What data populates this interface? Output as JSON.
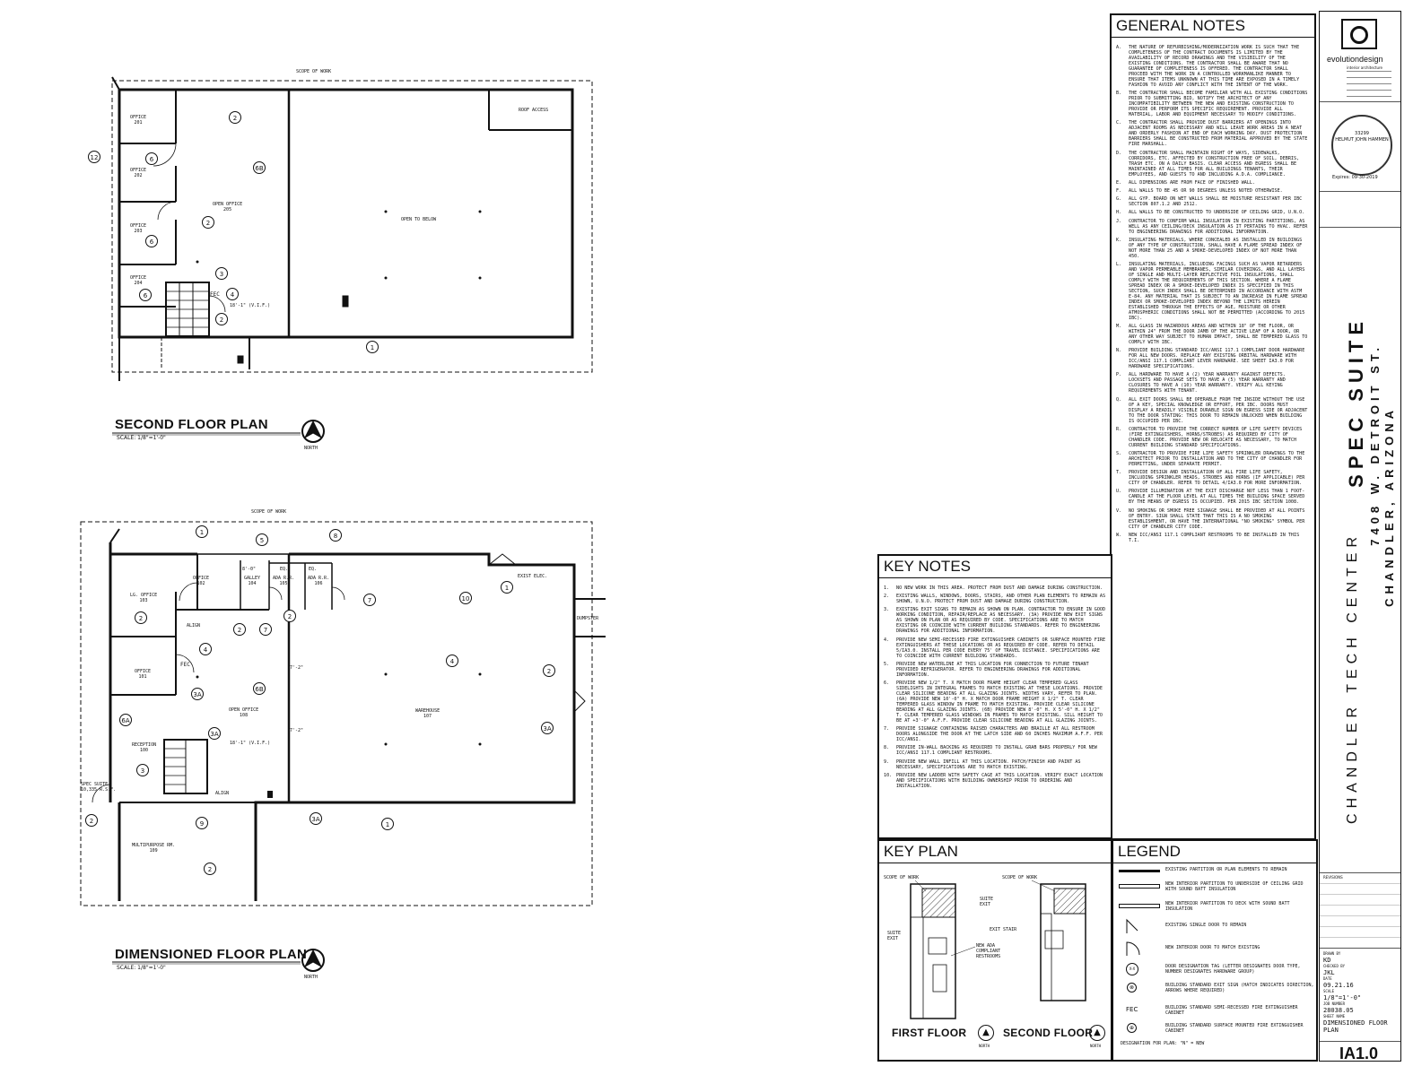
{
  "second_floor": {
    "title": "SECOND FLOOR PLAN",
    "scale": "SCALE: 1/8\"=1'-0\"",
    "north": "NORTH",
    "scope_label": "SCOPE OF WORK",
    "rooms": {
      "office1": {
        "name": "OFFICE",
        "num": "201"
      },
      "office2": {
        "name": "OFFICE",
        "num": "202"
      },
      "office3": {
        "name": "OFFICE",
        "num": "203"
      },
      "office4": {
        "name": "OFFICE",
        "num": "204"
      },
      "open_office": {
        "name": "OPEN OFFICE",
        "num": "205"
      },
      "open_below": {
        "name": "OPEN TO BELOW"
      },
      "roof_access": {
        "name": "ROOF ACCESS"
      }
    },
    "dim": "18'-1\" (V.I.F.)",
    "fec": "FEC"
  },
  "dimensioned": {
    "title": "DIMENSIONED FLOOR PLAN",
    "scale": "SCALE: 1/8\"=1'-0\"",
    "north": "NORTH",
    "scope_label": "SCOPE OF WORK",
    "rooms": {
      "lg_office": {
        "name": "LG. OFFICE",
        "num": "103"
      },
      "office_a": {
        "name": "OFFICE",
        "num": "102"
      },
      "office_b": {
        "name": "OFFICE",
        "num": "101"
      },
      "galley": {
        "name": "GALLEY",
        "num": "104"
      },
      "ada_rr1": {
        "name": "ADA R.R.",
        "num": "105"
      },
      "ada_rr2": {
        "name": "ADA R.R.",
        "num": "106"
      },
      "open_office": {
        "name": "OPEN OFFICE",
        "num": "108"
      },
      "reception": {
        "name": "RECEPTION",
        "num": "100"
      },
      "warehouse": {
        "name": "WAREHOUSE",
        "num": "107"
      },
      "multipurpose": {
        "name": "MULTIPURPOSE RM.",
        "num": "109"
      }
    },
    "exist_elec": "EXIST ELEC.",
    "dumpster": "DUMPSTER",
    "spec_suite": "SPEC SUITE",
    "spec_suite_area": "10,335 R.S.F.",
    "align": "ALIGN",
    "dim": "18'-1\" (V.I.F.)",
    "fec": "FEC",
    "eq": "EQ.",
    "galley_dim": "8'-0\"",
    "dim_7_2": "7'-2\""
  },
  "general_notes": {
    "title": "GENERAL NOTES",
    "items": [
      {
        "l": "A.",
        "t": "THE NATURE OF REFURBISHING/MODERNIZATION WORK IS SUCH THAT THE COMPLETENESS OF THE CONTRACT DOCUMENTS IS LIMITED BY THE AVAILABILITY OF RECORD DRAWINGS AND THE VISIBILITY OF THE EXISTING CONDITIONS. THE CONTRACTOR SHALL BE AWARE THAT NO GUARANTEE OF COMPLETENESS IS OFFERED. THE CONTRACTOR SHALL PROCEED WITH THE WORK IN A CONTROLLED WORKMANLIKE MANNER TO ENSURE THAT ITEMS UNKNOWN AT THIS TIME ARE EXPOSED IN A TIMELY FASHION TO AVOID ANY CONFLICT WITH THE INTENT OF THE WORK."
      },
      {
        "l": "B.",
        "t": "THE CONTRACTOR SHALL BECOME FAMILIAR WITH ALL EXISTING CONDITIONS PRIOR TO SUBMITTING BID, NOTIFY THE ARCHITECT OF ANY INCOMPATIBILITY BETWEEN THE NEW AND EXISTING CONSTRUCTION TO PROVIDE OR PERFORM ITS SPECIFIC REQUIREMENT. PROVIDE ALL MATERIAL, LABOR AND EQUIPMENT NECESSARY TO MODIFY CONDITIONS."
      },
      {
        "l": "C.",
        "t": "THE CONTRACTOR SHALL PROVIDE DUST BARRIERS AT OPENINGS INTO ADJACENT ROOMS AS NECESSARY AND WILL LEAVE WORK AREAS IN A NEAT AND ORDERLY FASHION AT END OF EACH WORKING DAY. DUST PROTECTION BARRIERS SHALL BE CONSTRUCTED FROM MATERIAL APPROVED BY THE STATE FIRE MARSHALL."
      },
      {
        "l": "D.",
        "t": "THE CONTRACTOR SHALL MAINTAIN RIGHT OF WAYS, SIDEWALKS, CORRIDORS, ETC. AFFECTED BY CONSTRUCTION FREE OF SOIL, DEBRIS, TRASH ETC. ON A DAILY BASIS. CLEAR ACCESS AND EGRESS SHALL BE MAINTAINED AT ALL TIMES FOR ALL BUILDINGS TENANTS, THEIR EMPLOYEES, AND GUESTS TO AND INCLUDING A.D.A. COMPLIANCE."
      },
      {
        "l": "E.",
        "t": "ALL DIMENSIONS ARE FROM FACE OF FINISHED WALL."
      },
      {
        "l": "F.",
        "t": "ALL WALLS TO BE 45 OR 90 DEGREES UNLESS NOTED OTHERWISE."
      },
      {
        "l": "G.",
        "t": "ALL GYP. BOARD ON WET WALLS SHALL BE MOISTURE RESISTANT PER IBC SECTION 807.1.2 AND 2512."
      },
      {
        "l": "H.",
        "t": "ALL WALLS TO BE CONSTRUCTED TO UNDERSIDE OF CEILING GRID, U.N.O."
      },
      {
        "l": "J.",
        "t": "CONTRACTOR TO CONFIRM WALL INSULATION IN EXISTING PARTITIONS, AS WELL AS ANY CEILING/DECK INSULATION AS IT PERTAINS TO HVAC. REFER TO ENGINEERING DRAWINGS FOR ADDITIONAL INFORMATION."
      },
      {
        "l": "K.",
        "t": "INSULATING MATERIALS, WHERE CONCEALED AS INSTALLED IN BUILDINGS OF ANY TYPE OF CONSTRUCTION, SHALL HAVE A FLAME SPREAD INDEX OF NOT MORE THAN 25 AND A SMOKE-DEVELOPED INDEX OF NOT MORE THAN 450."
      },
      {
        "l": "L.",
        "t": "INSULATING MATERIALS, INCLUDING FACINGS SUCH AS VAPOR RETARDERS AND VAPOR PERMEABLE MEMBRANES, SIMILAR COVERINGS, AND ALL LAYERS OF SINGLE AND MULTI-LAYER REFLECTIVE FOIL INSULATIONS, SHALL COMPLY WITH THE REQUIREMENTS OF THIS SECTION. WHERE A FLAME SPREAD INDEX OR A SMOKE-DEVELOPED INDEX IS SPECIFIED IN THIS SECTION, SUCH INDEX SHALL BE DETERMINED IN ACCORDANCE WITH ASTM E-84. ANY MATERIAL THAT IS SUBJECT TO AN INCREASE IN FLAME SPREAD INDEX OR SMOKE-DEVELOPED INDEX BEYOND THE LIMITS HEREIN ESTABLISHED THROUGH THE EFFECTS OF AGE, MOISTURE OR OTHER ATMOSPHERIC CONDITIONS SHALL NOT BE PERMITTED (ACCORDING TO 2015 IBC)."
      },
      {
        "l": "M.",
        "t": "ALL GLASS IN HAZARDOUS AREAS AND WITHIN 18\" OF THE FLOOR, OR WITHIN 24\" FROM THE DOOR JAMB OF THE ACTIVE LEAF OF A DOOR, OR ANY OTHER WAY SUBJECT TO HUMAN IMPACT, SHALL BE TEMPERED GLASS TO COMPLY WITH IBC."
      },
      {
        "l": "N.",
        "t": "PROVIDE BUILDING STANDARD ICC/ANSI 117.1 COMPLIANT DOOR HARDWARE FOR ALL NEW DOORS. REPLACE ANY EXISTING ORBITAL HARDWARE WITH ICC/ANSI 117.1 COMPLIANT LEVER HARDWARE. SEE SHEET IA3.0 FOR HARDWARE SPECIFICATIONS."
      },
      {
        "l": "P.",
        "t": "ALL HARDWARE TO HAVE A (2) YEAR WARRANTY AGAINST DEFECTS. LOCKSETS AND PASSAGE SETS TO HAVE A (5) YEAR WARRANTY AND CLOSURES TO HAVE A (10) YEAR WARRANTY. VERIFY ALL KEYING REQUIREMENTS WITH TENANT."
      },
      {
        "l": "Q.",
        "t": "ALL EXIT DOORS SHALL BE OPERABLE FROM THE INSIDE WITHOUT THE USE OF A KEY, SPECIAL KNOWLEDGE OR EFFORT, PER IBC. DOORS MUST DISPLAY A READILY VISIBLE DURABLE SIGN ON EGRESS SIDE OR ADJACENT TO THE DOOR STATING: THIS DOOR TO REMAIN UNLOCKED WHEN BUILDING IS OCCUPIED PER IBC."
      },
      {
        "l": "R.",
        "t": "CONTRACTOR TO PROVIDE THE CORRECT NUMBER OF LIFE SAFETY DEVICES (FIRE EXTINGUISHERS, HORNS/STROBES) AS REQUIRED BY CITY OF CHANDLER CODE. PROVIDE NEW OR RELOCATE AS NECESSARY, TO MATCH CURRENT BUILDING STANDARD SPECIFICATIONS."
      },
      {
        "l": "S.",
        "t": "CONTRACTOR TO PROVIDE FIRE LIFE SAFETY SPRINKLER DRAWINGS TO THE ARCHITECT PRIOR TO INSTALLATION AND TO THE CITY OF CHANDLER FOR PERMITTING, UNDER SEPARATE PERMIT."
      },
      {
        "l": "T.",
        "t": "PROVIDE DESIGN AND INSTALLATION OF ALL FIRE LIFE SAFETY, INCLUDING SPRINKLER HEADS, STROBES AND HORNS (IF APPLICABLE) PER CITY OF CHANDLER. REFER TO DETAIL 4/IA3.0 FOR MORE INFORMATION."
      },
      {
        "l": "U.",
        "t": "PROVIDE ILLUMINATION AT THE EXIT DISCHARGE NOT LESS THAN 1 FOOT-CANDLE AT THE FLOOR LEVEL AT ALL TIMES THE BUILDING SPACE SERVED BY THE MEANS OF EGRESS IS OCCUPIED. PER 2015 IBC SECTION 1008."
      },
      {
        "l": "V.",
        "t": "NO SMOKING OR SMOKE FREE SIGNAGE SHALL BE PROVIDED AT ALL POINTS OF ENTRY. SIGN SHALL STATE THAT THIS IS A NO SMOKING ESTABLISHMENT, OR HAVE THE INTERNATIONAL \"NO SMOKING\" SYMBOL PER CITY OF CHANDLER CITY CODE."
      },
      {
        "l": "W.",
        "t": "NEW ICC/ANSI 117.1 COMPLIANT RESTROOMS TO BE INSTALLED IN THIS T.I."
      }
    ]
  },
  "key_notes": {
    "title": "KEY NOTES",
    "items": [
      {
        "l": "1.",
        "t": "NO NEW WORK IN THIS AREA. PROTECT FROM DUST AND DAMAGE DURING CONSTRUCTION."
      },
      {
        "l": "2.",
        "t": "EXISTING WALLS, WINDOWS, DOORS, STAIRS, AND OTHER PLAN ELEMENTS TO REMAIN AS SHOWN, U.N.O. PROTECT FROM DUST AND DAMAGE DURING CONSTRUCTION."
      },
      {
        "l": "3.",
        "t": "EXISTING EXIT SIGNS TO REMAIN AS SHOWN ON PLAN. CONTRACTOR TO ENSURE IN GOOD WORKING CONDITION, REPAIR/REPLACE AS NECESSARY. (3A) PROVIDE NEW EXIT SIGNS AS SHOWN ON PLAN OR AS REQUIRED BY CODE. SPECIFICATIONS ARE TO MATCH EXISTING OR COINCIDE WITH CURRENT BUILDING STANDARDS. REFER TO ENGINEERING DRAWINGS FOR ADDITIONAL INFORMATION."
      },
      {
        "l": "4.",
        "t": "PROVIDE NEW SEMI-RECESSED FIRE EXTINGUISHER CABINETS OR SURFACE MOUNTED FIRE EXTINGUISHERS AT THESE LOCATIONS OR AS REQUIRED BY CODE. REFER TO DETAIL 5/IA3.0. INSTALL PER CODE EVERY 75' OF TRAVEL DISTANCE. SPECIFICATIONS ARE TO COINCIDE WITH CURRENT BUILDING STANDARDS."
      },
      {
        "l": "5.",
        "t": "PROVIDE NEW WATERLINE AT THIS LOCATION FOR CONNECTION TO FUTURE TENANT PROVIDED REFRIGERATOR. REFER TO ENGINEERING DRAWINGS FOR ADDITIONAL INFORMATION."
      },
      {
        "l": "6.",
        "t": "PROVIDE NEW 1/2\" T. X MATCH DOOR FRAME HEIGHT CLEAR TEMPERED GLASS SIDELIGHTS IN INTEGRAL FRAMES TO MATCH EXISTING AT THESE LOCATIONS. PROVIDE CLEAR SILICONE BEADING AT ALL GLAZING JOINTS. WIDTHS VARY, REFER TO PLAN. (6A) PROVIDE NEW 10'-0\" H. X MATCH DOOR FRAME HEIGHT X 1/2\" T. CLEAR TEMPERED GLASS WINDOW IN FRAME TO MATCH EXISTING. PROVIDE CLEAR SILICONE BEADING AT ALL GLAZING JOINTS. (6B) PROVIDE NEW 8'-0\" H. X 5'-0\" H. X 1/2\" T. CLEAR TEMPERED GLASS WINDOWS IN FRAMES TO MATCH EXISTING. SILL HEIGHT TO BE AT +3'-0\" A.F.F. PROVIDE CLEAR SILICONE BEADING AT ALL GLAZING JOINTS."
      },
      {
        "l": "7.",
        "t": "PROVIDE SIGNAGE CONTAINING RAISED CHARACTERS AND BRAILLE AT ALL RESTROOM DOORS ALONGSIDE THE DOOR AT THE LATCH SIDE AND 60 INCHES MAXIMUM A.F.F. PER ICC/ANSI."
      },
      {
        "l": "8.",
        "t": "PROVIDE IN-WALL BACKING AS REQUIRED TO INSTALL GRAB BARS PROPERLY FOR NEW ICC/ANSI 117.1 COMPLIANT RESTROOMS."
      },
      {
        "l": "9.",
        "t": "PROVIDE NEW WALL INFILL AT THIS LOCATION. PATCH/FINISH AND PAINT AS NECESSARY, SPECIFICATIONS ARE TO MATCH EXISTING."
      },
      {
        "l": "10.",
        "t": "PROVIDE NEW LADDER WITH SAFETY CAGE AT THIS LOCATION. VERIFY EXACT LOCATION AND SPECIFICATIONS WITH BUILDING OWNERSHIP PRIOR TO ORDERING AND INSTALLATION."
      }
    ]
  },
  "key_plan": {
    "title": "KEY PLAN",
    "scope1": "SCOPE OF WORK",
    "scope2": "SCOPE OF WORK",
    "suite_exit_r": "SUITE EXIT",
    "suite_exit_l": "SUITE EXIT",
    "exit_stair": "EXIT STAIR",
    "ada_restrooms": "NEW ADA COMPLIANT RESTROOMS",
    "first_floor": "FIRST FLOOR",
    "second_floor": "SECOND FLOOR",
    "north": "NORTH"
  },
  "legend": {
    "title": "LEGEND",
    "items": [
      "EXISTING PARTITION OR PLAN ELEMENTS TO REMAIN",
      "NEW INTERIOR PARTITION TO UNDERSIDE OF CEILING GRID WITH SOUND BATT INSULATION",
      "NEW INTERIOR PARTITION TO DECK WITH SOUND BATT INSULATION",
      "EXISTING SINGLE DOOR TO REMAIN",
      "NEW INTERIOR DOOR TO MATCH EXISTING",
      "DOOR DESIGNATION TAG (LETTER DESIGNATES DOOR TYPE, NUMBER DESIGNATES HARDWARE GROUP)",
      "BUILDING STANDARD EXIT SIGN (HATCH INDICATES DIRECTION, ARROWS WHERE REQUIRED)",
      "BUILDING STANDARD SEMI-RECESSED FIRE EXTINGUISHER CABINET",
      "BUILDING STANDARD SURFACE MOUNTED FIRE EXTINGUISHER CABINET"
    ],
    "tag_symbol": "X-X",
    "fec_symbol": "FEC",
    "designation": "DESIGNATION FOR PLAN: \"N\" = NEW"
  },
  "title_block": {
    "firm": "evolutiondesign",
    "firm_sub": "interior architecture",
    "seal_name": "HELMUT JOHN HAMMEN",
    "seal_num": "33299",
    "expires": "Expires: 09-30-2019",
    "project_line1": "SPEC SUITE",
    "project_line2": "CHANDLER TECH CENTER",
    "project_line3": "7408 W. DETROIT ST.",
    "project_line4": "CHANDLER, ARIZONA",
    "revisions": "REVISIONS",
    "drawn_by_lbl": "DRAWN BY",
    "drawn_by": "KD",
    "checked_by_lbl": "CHECKED BY",
    "checked_by": "JKL",
    "date_lbl": "DATE",
    "date": "09.21.16",
    "scale_lbl": "SCALE",
    "scale": "1/8\"=1'-0\"",
    "job_lbl": "JOB NUMBER",
    "job": "28038.05",
    "sheet_name_lbl": "SHEET NAME",
    "sheet_name": "DIMENSIONED FLOOR PLAN",
    "sheet_num": "IA1.0"
  }
}
